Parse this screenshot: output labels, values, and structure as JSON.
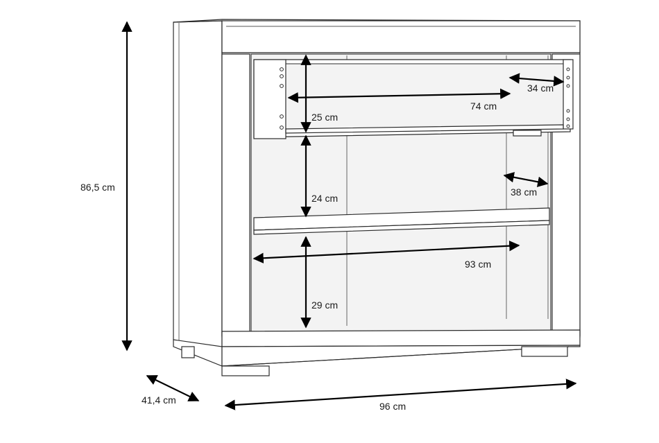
{
  "drawing": {
    "dimensions": {
      "height_total": "86,5 cm",
      "depth_total": "41,4 cm",
      "width_total": "96 cm",
      "drawer_inner_height": "25 cm",
      "drawer_inner_width": "74 cm",
      "drawer_inner_depth": "34 cm",
      "shelf_height_middle": "24 cm",
      "shelf_depth": "38 cm",
      "inner_width": "93 cm",
      "shelf_height_bottom": "29 cm"
    }
  }
}
